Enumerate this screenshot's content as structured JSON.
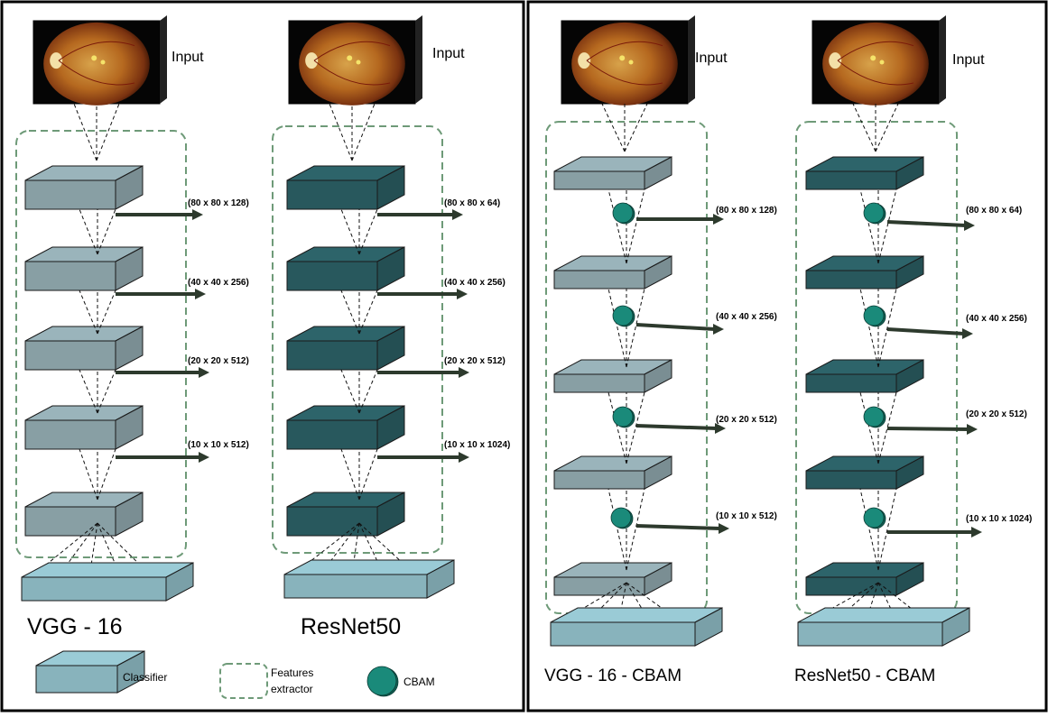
{
  "panels": [
    {
      "columns": [
        {
          "input_label": "Input",
          "title": "VGG - 16",
          "color": "#8fa7ad",
          "dims": [
            "(80 x 80 x 128)",
            "(40 x 40 x 256)",
            "(20 x 20 x 512)",
            "(10 x 10 x 512)"
          ]
        },
        {
          "input_label": "Input",
          "title": "ResNet50",
          "color": "#2a5d62",
          "dims": [
            "(80 x 80 x 64)",
            "(40 x 40 x 256)",
            "(20 x 20 x 512)",
            "(10 x 10 x 1024)"
          ]
        }
      ],
      "legend": {
        "classifier": "Classifier",
        "features_line1": "Features",
        "features_line2": "extractor",
        "cbam": "CBAM"
      }
    },
    {
      "columns": [
        {
          "input_label": "Input",
          "title": "VGG - 16 - CBAM",
          "color": "#8fa7ad",
          "dims": [
            "(80 x 80 x 128)",
            "(40 x 40 x 256)",
            "(20 x 20 x 512)",
            "(10 x 10 x 512)"
          ]
        },
        {
          "input_label": "Input",
          "title": "ResNet50 - CBAM",
          "color": "#2a5d62",
          "dims": [
            "(80 x 80 x 64)",
            "(40 x 40 x 256)",
            "(20 x 20 x 512)",
            "(10 x 10 x 1024)"
          ]
        }
      ]
    }
  ],
  "colors": {
    "classifier": "#8fbcc6",
    "cbam": "#1a8a7a",
    "dashed_box": "#6e9a78",
    "arrow": "#2d3a2d"
  }
}
